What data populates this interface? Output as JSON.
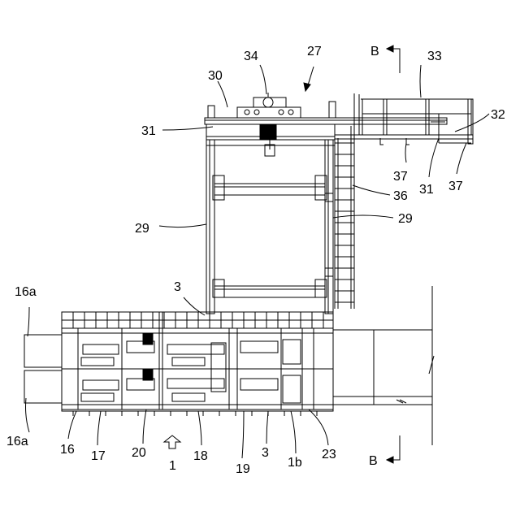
{
  "drawing": {
    "section_mark_top": "B",
    "section_mark_bottom": "B",
    "labels": {
      "l34": "34",
      "l27": "27",
      "l33": "33",
      "l30": "30",
      "l32": "32",
      "l31a": "31",
      "l37a": "37",
      "l31b": "31",
      "l37b": "37",
      "l36": "36",
      "l29a": "29",
      "l29b": "29",
      "l3a": "3",
      "l16a_top": "16a",
      "l16a_bottom": "16a",
      "l16": "16",
      "l17": "17",
      "l20": "20",
      "l18": "18",
      "l1": "1",
      "l19": "19",
      "l3b": "3",
      "l1b": "1b",
      "l23": "23"
    }
  }
}
